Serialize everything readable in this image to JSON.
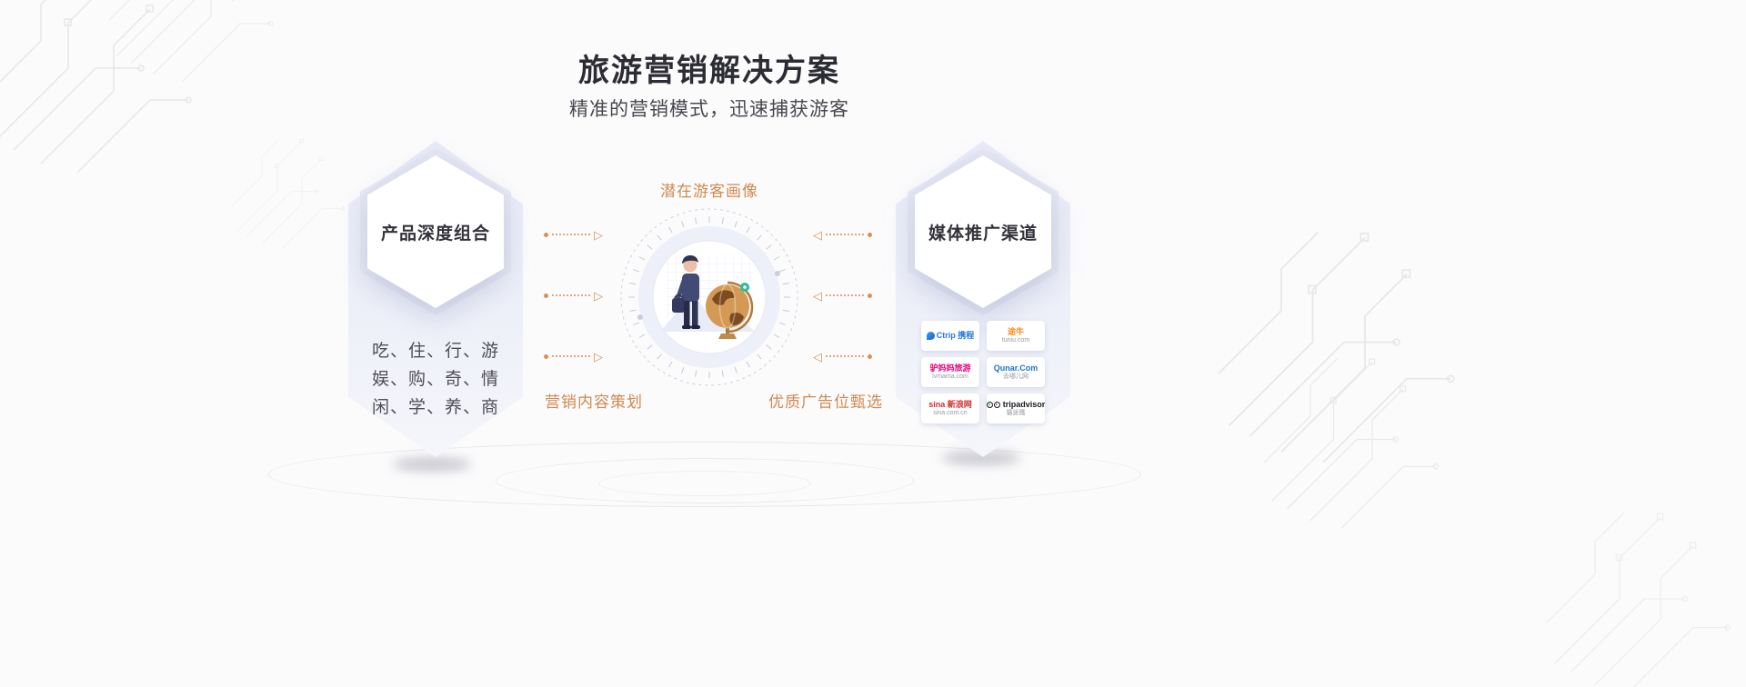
{
  "header": {
    "title": "旅游营销解决方案",
    "subtitle": "精准的营销模式，迅速捕获游客"
  },
  "left_card": {
    "title": "产品深度组合",
    "lines": [
      "吃、住、行、游",
      "娱、购、奇、情",
      "闲、学、养、商"
    ]
  },
  "center": {
    "top_label": "潜在游客画像",
    "bottom_left_label": "营销内容策划",
    "bottom_right_label": "优质广告位甄选"
  },
  "right_card": {
    "title": "媒体推广渠道",
    "logos": [
      {
        "id": "ctrip",
        "main": "Ctrip 携程",
        "sub": "",
        "color": "#2577e3"
      },
      {
        "id": "tuniu",
        "main": "途牛",
        "sub": "tuniu.com",
        "color": "#ff8a14"
      },
      {
        "id": "lvmama",
        "main": "驴妈妈旅游",
        "sub": "lvmama.com",
        "color": "#e5007d"
      },
      {
        "id": "qunar",
        "main": "Qunar.Com",
        "sub": "去哪儿网",
        "color": "#1577c9"
      },
      {
        "id": "sina",
        "main": "sina 新浪网",
        "sub": "sina.com.cn",
        "color": "#d52b2b"
      },
      {
        "id": "tripadvisor",
        "main": "tripadvisor",
        "sub": "猫途鹰",
        "color": "#1a1a1a"
      }
    ]
  },
  "colors": {
    "accent_orange": "#d0894f",
    "card_background": "#edeff8",
    "title_color": "#2c2c34",
    "green_pin": "#2abf9a"
  }
}
